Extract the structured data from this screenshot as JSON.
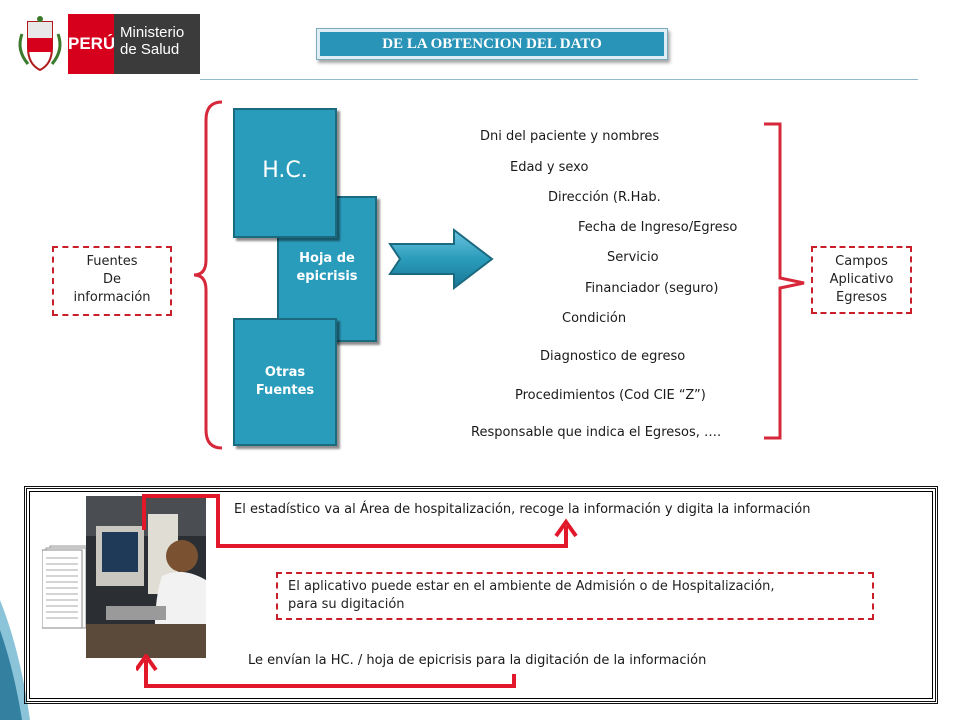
{
  "header": {
    "logo_country": "PERÚ",
    "logo_ministry_line1": "Ministerio",
    "logo_ministry_line2": "de Salud",
    "title": "DE LA OBTENCION DEL DATO"
  },
  "sources": {
    "label_line1": "Fuentes",
    "label_line2": "De",
    "label_line3": "información",
    "hc": "H.C.",
    "epicrisis_line1": "Hoja de",
    "epicrisis_line2": "epicrisis",
    "otras_line1": "Otras",
    "otras_line2": "Fuentes"
  },
  "fields": [
    "Dni del paciente y nombres",
    "Edad y sexo",
    "Dirección (R.Hab.",
    "Fecha de Ingreso/Egreso",
    "Servicio",
    "Financiador (seguro)",
    "Condición",
    "Diagnostico de egreso",
    "Procedimientos (Cod CIE “Z”)",
    "Responsable que indica el Egresos, …."
  ],
  "campos": {
    "line1": "Campos",
    "line2": "Aplicativo",
    "line3": "Egresos"
  },
  "process": {
    "step1": "El estadístico va al Área de hospitalización, recoge la información y digita la información",
    "step2_line1": "El aplicativo puede estar en el ambiente de Admisión o de Hospitalización,",
    "step2_line2": "para su digitación",
    "step3": "Le envían la HC. / hoja de epicrisis para la digitación de la información"
  },
  "colors": {
    "teal": "#2a9cbb",
    "red": "#d6001c",
    "dashed_red": "#c81f2a"
  }
}
